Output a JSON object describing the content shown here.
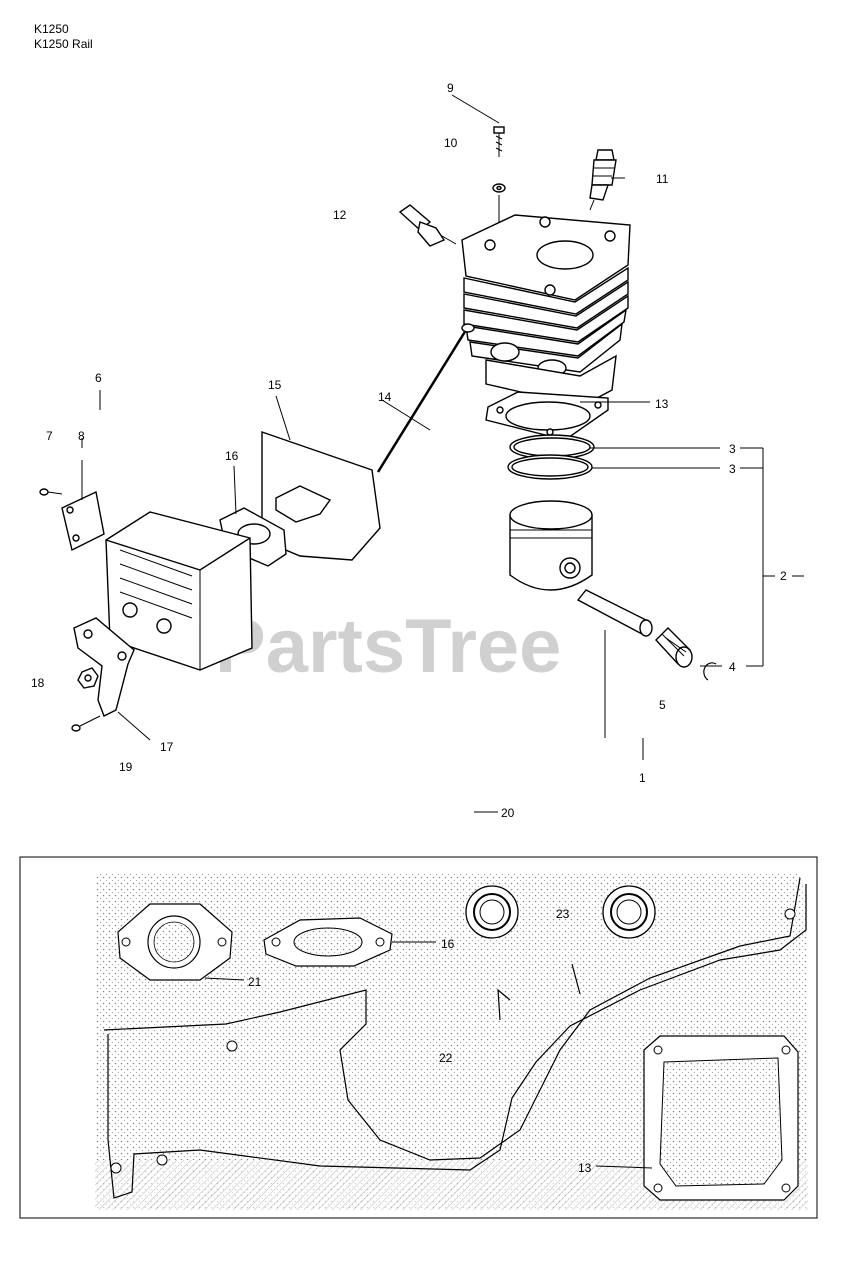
{
  "header": {
    "model_line_1": "K1250",
    "model_line_2": "K1250 Rail"
  },
  "watermark": "PartsTree",
  "callouts": {
    "c1": "1",
    "c2": "2",
    "c3a": "3",
    "c3b": "3",
    "c4": "4",
    "c5": "5",
    "c6": "6",
    "c7": "7",
    "c8": "8",
    "c9": "9",
    "c10": "10",
    "c11": "11",
    "c12": "12",
    "c13": "13",
    "c14": "14",
    "c15": "15",
    "c16": "16",
    "c17": "17",
    "c18": "18",
    "c19": "19",
    "c20": "20",
    "k21": "21",
    "k16": "16",
    "k23": "23",
    "k22": "22",
    "k13": "13"
  }
}
